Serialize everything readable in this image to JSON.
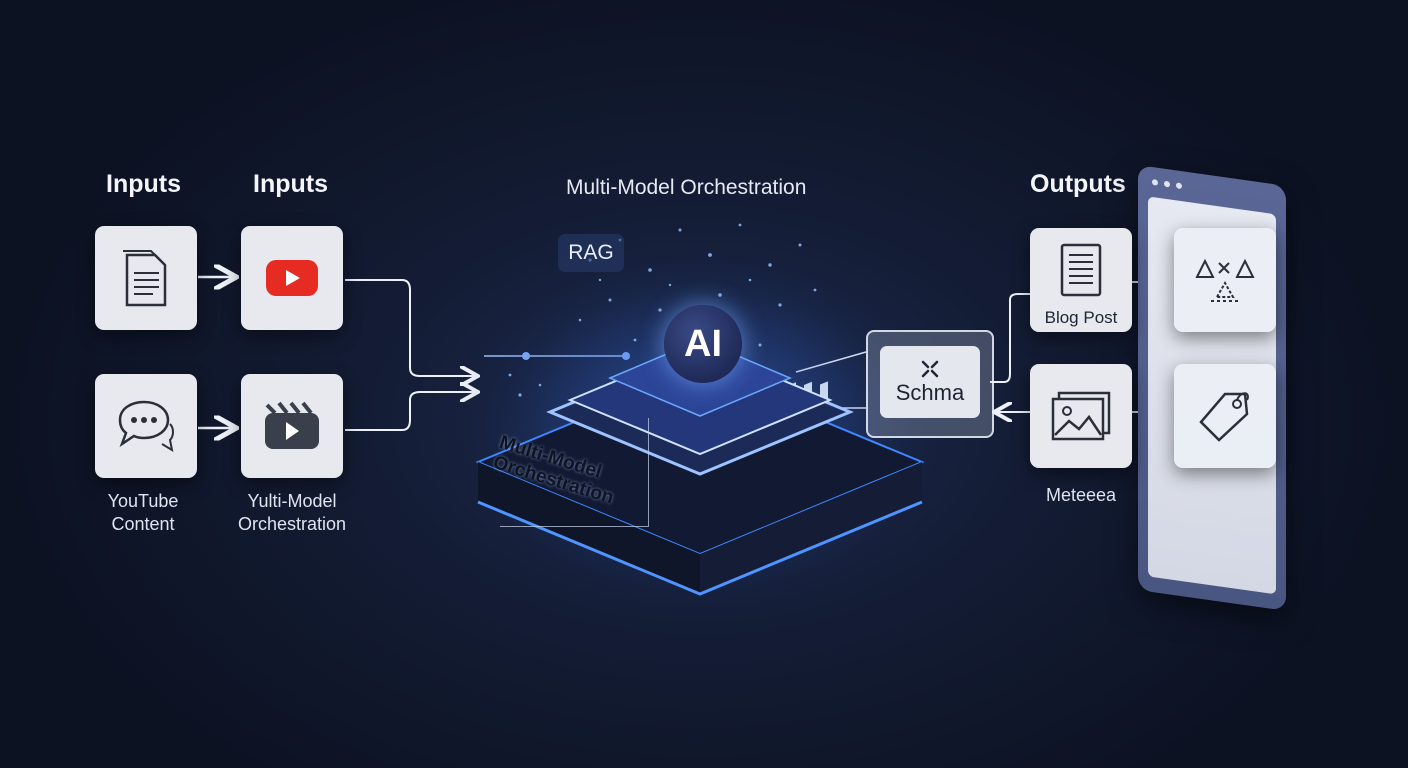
{
  "headings": {
    "inputs_1": "Inputs",
    "inputs_2": "Inputs",
    "orchestration": "Multi-Model Orchestration",
    "outputs": "Outputs"
  },
  "inputs": {
    "youtube_caption": "YouTube\nContent",
    "video_caption": "Yulti-Model\nOrchestration"
  },
  "core": {
    "rag_label": "RAG",
    "ai_label": "AI",
    "chip_label": "Multi-Model\nOrchestration",
    "schema_label": "Schma"
  },
  "outputs": {
    "blog_caption": "Blog Post",
    "metadata_caption": "Meteeea"
  },
  "colors": {
    "background": "#0c1222",
    "glow": "#3f86ff",
    "youtube_red": "#e62b22",
    "card": "#e7e9ee"
  },
  "icons": [
    "document-icon",
    "youtube-icon",
    "chat-bubble-icon",
    "video-clapper-icon",
    "ai-chip-icon",
    "schema-icon",
    "blog-document-icon",
    "image-icon",
    "shapes-icon",
    "tag-icon"
  ]
}
